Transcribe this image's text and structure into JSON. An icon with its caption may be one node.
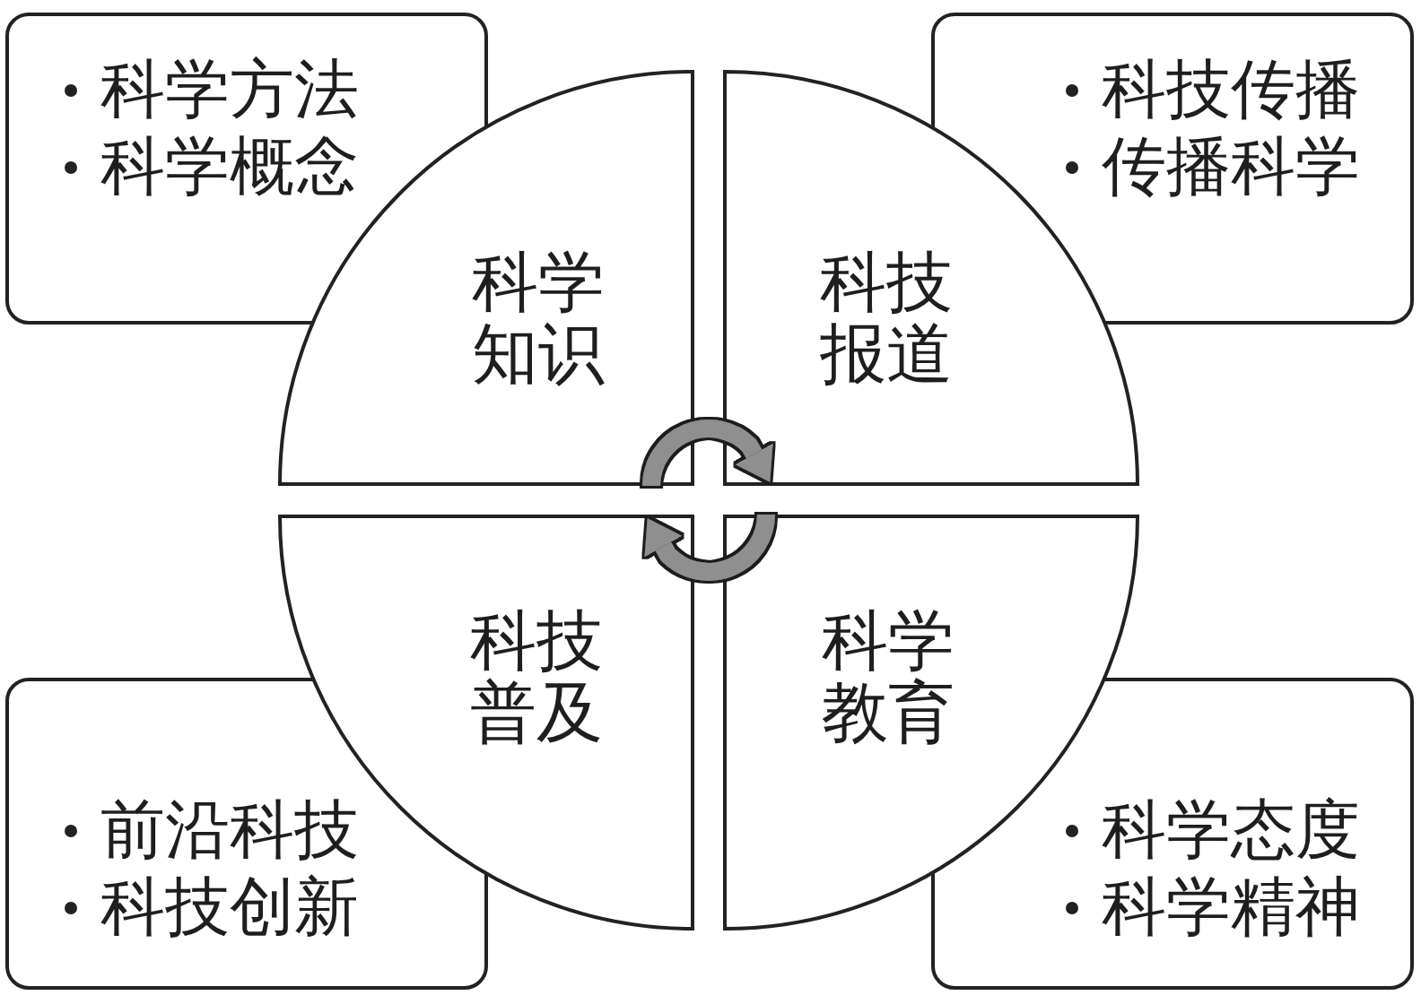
{
  "diagram": {
    "nodes": [
      {
        "text": [
          "科学方法",
          "科学概念"
        ]
      },
      {
        "text": [
          "科技传播",
          "传播科学"
        ]
      },
      {
        "text": [
          "科学知识"
        ]
      },
      {
        "text": [
          "科技报道"
        ]
      },
      {
        "text": [
          "科技普及"
        ]
      },
      {
        "text": [
          "科学教育"
        ]
      },
      {
        "text": [
          "前沿科技",
          "科技创新"
        ]
      },
      {
        "text": [
          "科学态度",
          "科学精神"
        ]
      }
    ],
    "edges": [
      {
        "from": 2,
        "to": 3,
        "arrow": "to"
      },
      {
        "from": 5,
        "to": 4,
        "arrow": "to"
      }
    ]
  }
}
